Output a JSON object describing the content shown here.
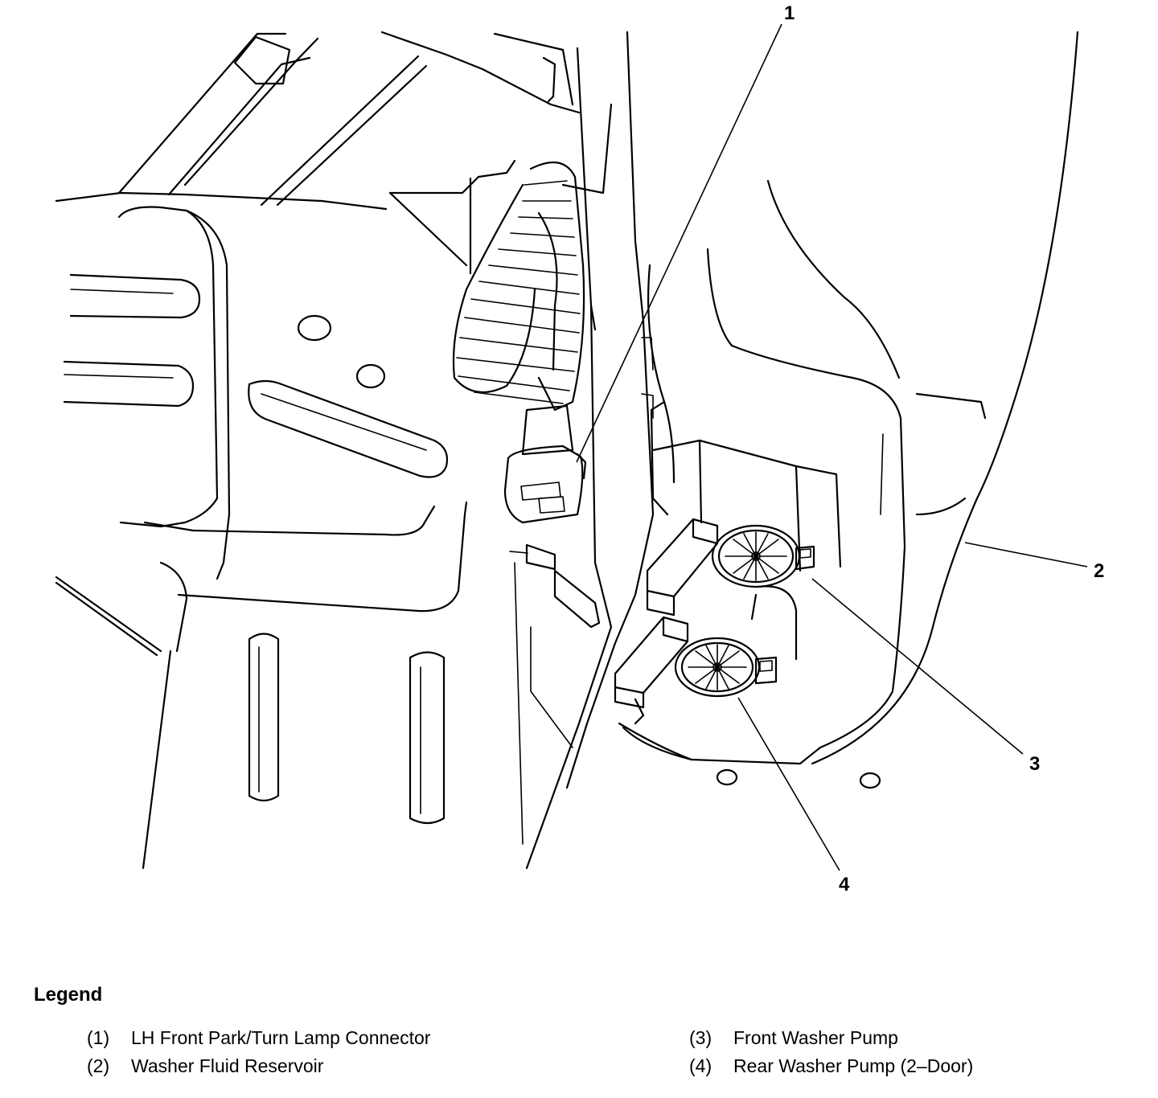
{
  "callouts": [
    "1",
    "2",
    "3",
    "4"
  ],
  "legend": {
    "title": "Legend",
    "items": [
      {
        "number": "(1)",
        "label": "LH Front Park/Turn Lamp Connector"
      },
      {
        "number": "(2)",
        "label": "Washer Fluid Reservoir"
      },
      {
        "number": "(3)",
        "label": "Front Washer Pump"
      },
      {
        "number": "(4)",
        "label": "Rear Washer Pump (2–Door)"
      }
    ]
  }
}
